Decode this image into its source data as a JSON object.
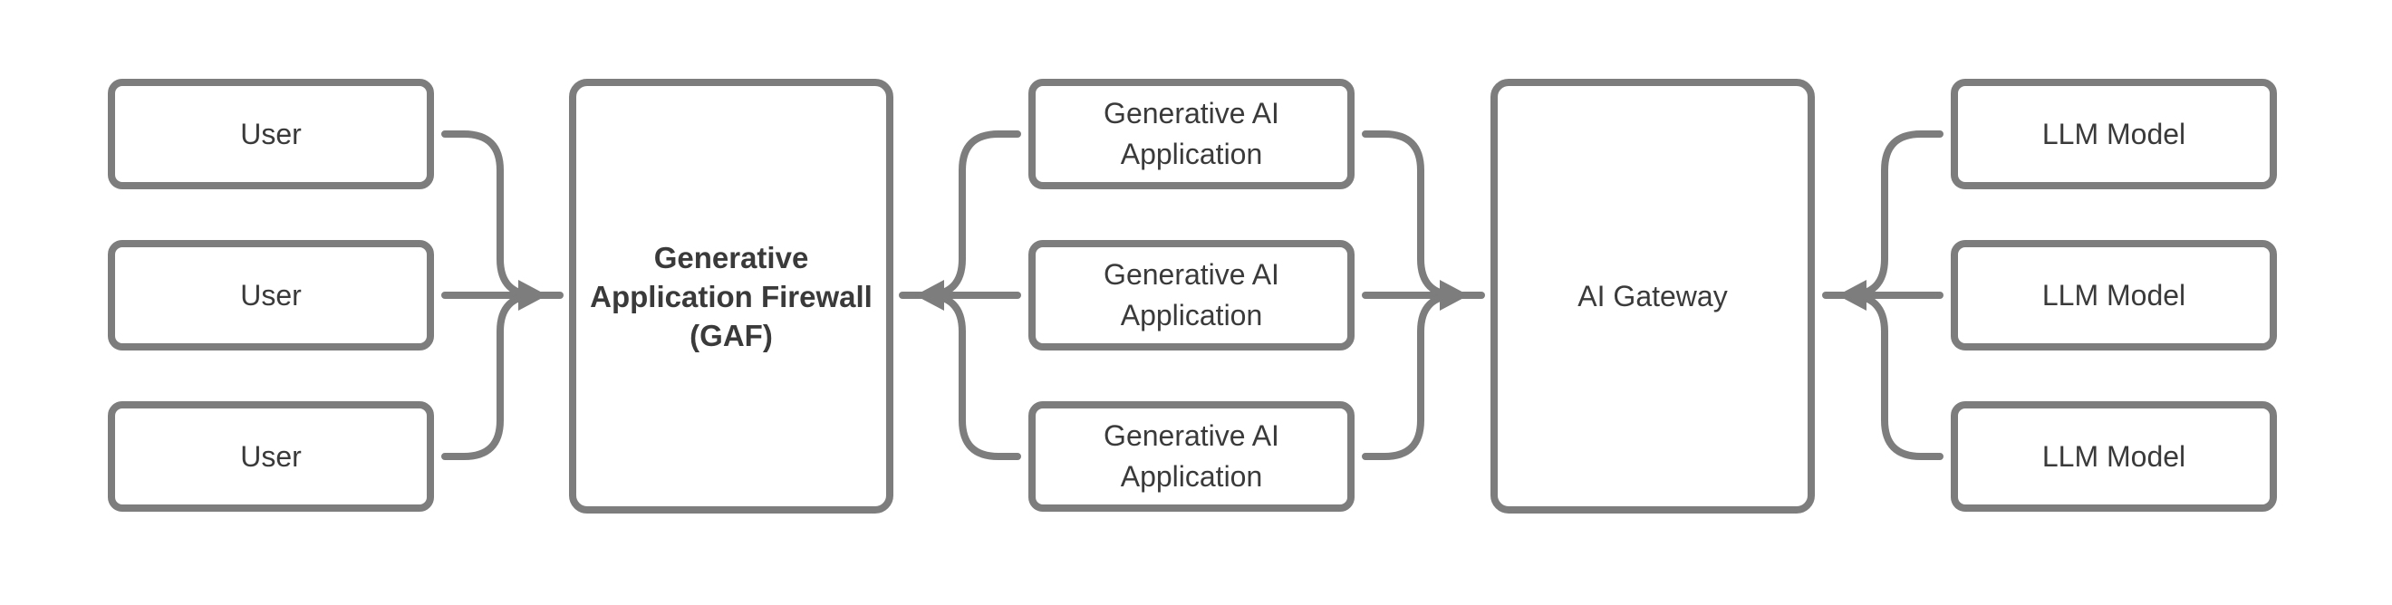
{
  "diagram": {
    "nodes": {
      "users": [
        {
          "id": "user-1",
          "label": "User"
        },
        {
          "id": "user-2",
          "label": "User"
        },
        {
          "id": "user-3",
          "label": "User"
        }
      ],
      "gaf": {
        "id": "gaf",
        "label": "Generative Application Firewall (GAF)",
        "lines": [
          "Generative",
          "Application Firewall",
          "(GAF)"
        ]
      },
      "apps": [
        {
          "id": "app-1",
          "lines": [
            "Generative AI",
            "Application"
          ]
        },
        {
          "id": "app-2",
          "lines": [
            "Generative AI",
            "Application"
          ]
        },
        {
          "id": "app-3",
          "lines": [
            "Generative AI",
            "Application"
          ]
        }
      ],
      "gateway": {
        "id": "ai-gateway",
        "label": "AI Gateway"
      },
      "llms": [
        {
          "id": "llm-1",
          "label": "LLM Model"
        },
        {
          "id": "llm-2",
          "label": "LLM Model"
        },
        {
          "id": "llm-3",
          "label": "LLM Model"
        }
      ]
    },
    "edges": [
      {
        "sources": [
          "user-1",
          "user-2",
          "user-3"
        ],
        "target": "gaf",
        "arrow_points": "right-into-gaf"
      },
      {
        "sources": [
          "app-1",
          "app-2",
          "app-3"
        ],
        "target": "gaf",
        "arrow_points": "left-into-gaf"
      },
      {
        "sources": [
          "app-1",
          "app-2",
          "app-3"
        ],
        "target": "ai-gateway",
        "arrow_points": "right-into-gateway"
      },
      {
        "sources": [
          "llm-1",
          "llm-2",
          "llm-3"
        ],
        "target": "ai-gateway",
        "arrow_points": "left-into-gateway"
      }
    ]
  },
  "theme": {
    "line-color": "#7d7d7d",
    "text-color": "#3a3a3a",
    "bg-color": "#ffffff"
  }
}
